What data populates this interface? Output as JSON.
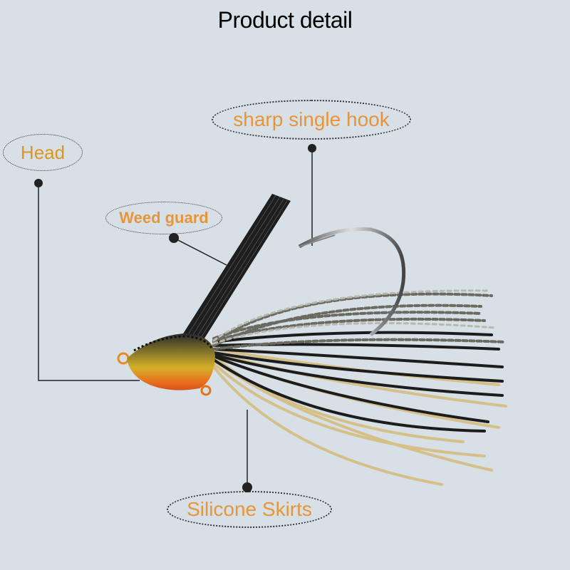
{
  "page": {
    "title": "Product detail",
    "background_color": "#d6e0e6",
    "label_color": "#e8953a"
  },
  "callouts": [
    {
      "id": "head",
      "label": "Head",
      "icon": "dot-pointer-icon"
    },
    {
      "id": "hook",
      "label": "sharp single hook",
      "icon": "dot-pointer-icon"
    },
    {
      "id": "weed_guard",
      "label": "Weed guard",
      "icon": "dot-pointer-icon"
    },
    {
      "id": "skirt",
      "label": "Silicone Skirts",
      "icon": "dot-pointer-icon"
    }
  ],
  "product": {
    "name": "fishing jig lure",
    "parts": [
      "head",
      "weed guard",
      "hook",
      "silicone skirt"
    ],
    "colors": {
      "head_top": "#1a1a1a",
      "head_gold": "#c9a21c",
      "head_belly": "#e8641e",
      "skirt_black": "#1c1c1c",
      "skirt_tan": "#d8c08a"
    }
  }
}
